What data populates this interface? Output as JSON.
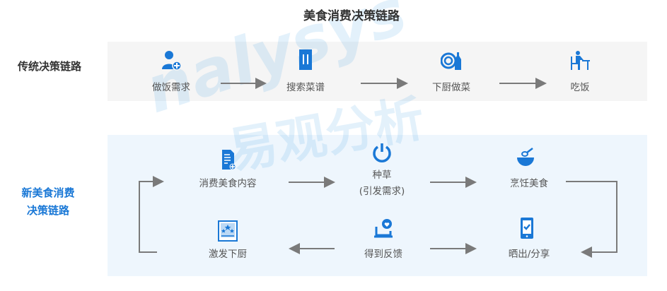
{
  "title": "美食消费决策链路",
  "watermark": {
    "latin": "nalysys",
    "cn": "易观分析"
  },
  "traditional": {
    "label": "传统决策链路",
    "steps": [
      {
        "icon": "user-plus-icon",
        "label": "做饭需求"
      },
      {
        "icon": "recipe-book-icon",
        "label": "搜索菜谱"
      },
      {
        "icon": "plate-bottle-icon",
        "label": "下厨做菜"
      },
      {
        "icon": "person-eating-icon",
        "label": "吃饭"
      }
    ]
  },
  "new": {
    "label_line1": "新美食消费",
    "label_line2": "决策链路",
    "steps": [
      {
        "icon": "document-plus-icon",
        "label": "消费美食内容"
      },
      {
        "icon": "power-icon",
        "label": "种草",
        "sublabel": "(引发需求)"
      },
      {
        "icon": "whisk-bowl-icon",
        "label": "烹饪美食"
      },
      {
        "icon": "phone-check-icon",
        "label": "晒出/分享"
      },
      {
        "icon": "laptop-heart-icon",
        "label": "得到反馈"
      },
      {
        "icon": "star-certificate-icon",
        "label": "激发下厨"
      }
    ]
  },
  "colors": {
    "accent": "#1a78d6",
    "arrow": "#7a7a7a",
    "band_traditional": "#f5f5f5",
    "band_new": "#eef6fd"
  }
}
